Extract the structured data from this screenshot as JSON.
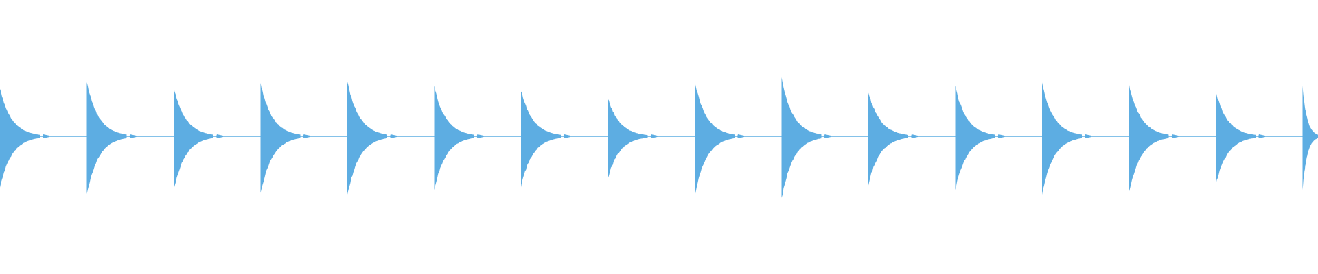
{
  "waveform": {
    "color": "#5dade2",
    "background": "#ffffff",
    "pulse_count": 16,
    "pulse_amplitudes": [
      0.82,
      0.93,
      0.86,
      0.92,
      0.95,
      0.86,
      0.8,
      0.67,
      0.95,
      1.0,
      0.77,
      0.86,
      0.92,
      0.91,
      0.78,
      0.86
    ],
    "last_pulse_truncated": true
  }
}
